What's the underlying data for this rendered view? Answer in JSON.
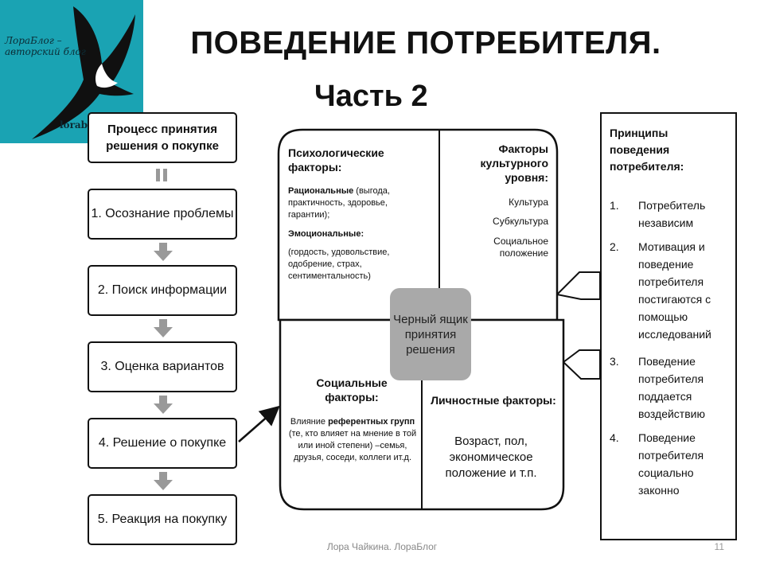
{
  "logo": {
    "text": "ЛораБлог – авторский блог",
    "url": "lorabl"
  },
  "title": "ПОВЕДЕНИЕ ПОТРЕБИТЕЛЯ.",
  "subtitle": "Часть 2",
  "flow": {
    "header": "Процесс принятия решения о покупке",
    "steps": [
      "1. Осознание проблемы",
      "2. Поиск информации",
      "3. Оценка вариантов",
      "4. Решение о покупке",
      "5. Реакция на покупку"
    ]
  },
  "quadrants": {
    "psych": {
      "title": "Психологические факторы:",
      "rational_label": "Рациональные",
      "rational_text": " (выгода, практичность, здоровье, гарантии);",
      "emotional_label": "Эмоциональные:",
      "emotional_text": "(гордость, удовольствие, одобрение, страх, сентиментальность)"
    },
    "cultural": {
      "title": "Факторы культурного уровня:",
      "items": [
        "Культура",
        "Субкультура",
        "Социальное положение"
      ]
    },
    "social": {
      "title": "Социальные факторы:",
      "text_pre": "Влияние ",
      "text_bold": "референтных групп",
      "text_post": " (те, кто влияет на мнение в той или иной степени) –семья, друзья, соседи, коллеги ит.д."
    },
    "personal": {
      "title": "Личностные факторы:",
      "text": "Возраст, пол, экономическое положение и т.п."
    },
    "center": "Черный ящик принятия решения"
  },
  "principles": {
    "title": "Принципы поведения потребителя:",
    "items": [
      {
        "num": "1.",
        "text": "Потребитель независим"
      },
      {
        "num": "2.",
        "text": "Мотивация и поведение потребителя постигаются с помощью исследований"
      },
      {
        "num": "3.",
        "text": "Поведение потребителя поддается воздействию"
      },
      {
        "num": "4.",
        "text": "Поведение потребителя социально законно"
      }
    ]
  },
  "footer": "Лора Чайкина. ЛораБлог",
  "page_number": "11"
}
